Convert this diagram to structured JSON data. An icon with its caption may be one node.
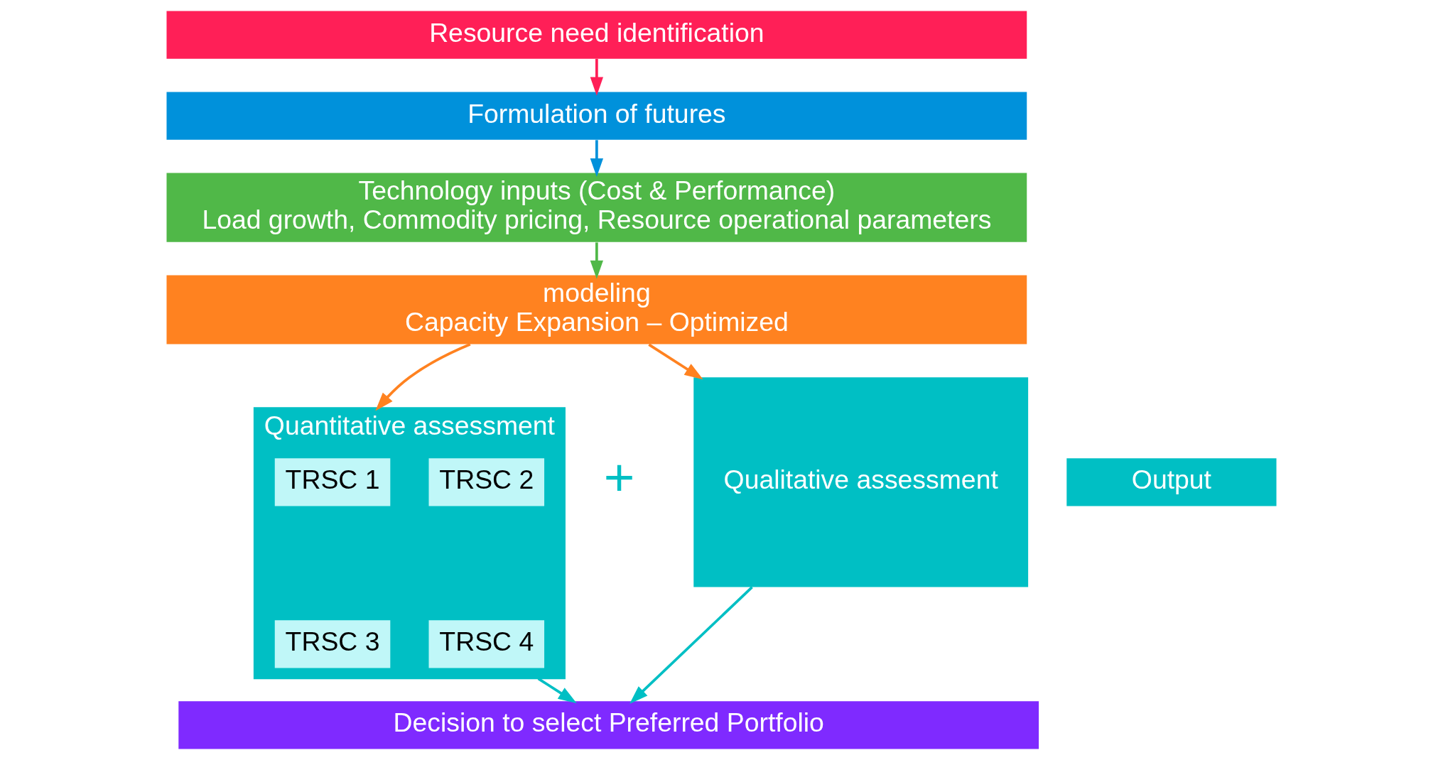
{
  "diagram": {
    "nodes": [
      {
        "text": [
          "Resource need identification"
        ]
      },
      {
        "text": [
          "Formulation of futures"
        ]
      },
      {
        "text": [
          "Technology inputs (Cost & Performance)",
          "Load growth, Commodity pricing, Resource operational parameters"
        ]
      },
      {
        "text": [
          "modeling",
          "Capacity Expansion – Optimized"
        ]
      },
      {
        "text": [
          "Quantitative assessment"
        ]
      },
      {
        "text": [
          "TRSC 1"
        ],
        "in": 4
      },
      {
        "text": [
          "TRSC 2"
        ],
        "in": 4
      },
      {
        "text": [
          "TRSC 3"
        ],
        "in": 4
      },
      {
        "text": [
          "TRSC 4"
        ],
        "in": 4
      },
      {
        "text": [
          "Qualitative assessment"
        ]
      },
      {
        "text": [
          "Decision to select Preferred Portfolio"
        ]
      },
      {
        "text": [
          "Output"
        ]
      }
    ],
    "edges": [
      {
        "from": 0,
        "to": 1,
        "arrow": "to",
        "color": "#ff1f57"
      },
      {
        "from": 1,
        "to": 2,
        "arrow": "to",
        "color": "#0091db"
      },
      {
        "from": 2,
        "to": 3,
        "arrow": "to",
        "color": "#50b848"
      },
      {
        "from": 3,
        "to": 4,
        "arrow": "to",
        "color": "#ff8220"
      },
      {
        "from": 3,
        "to": 9,
        "arrow": "to",
        "color": "#ff8220"
      },
      {
        "from": 4,
        "to": 10,
        "arrow": "to",
        "color": "#00bfc4"
      },
      {
        "from": 9,
        "to": 10,
        "arrow": "to",
        "color": "#00bfc4"
      }
    ],
    "labels": [
      "+"
    ]
  }
}
